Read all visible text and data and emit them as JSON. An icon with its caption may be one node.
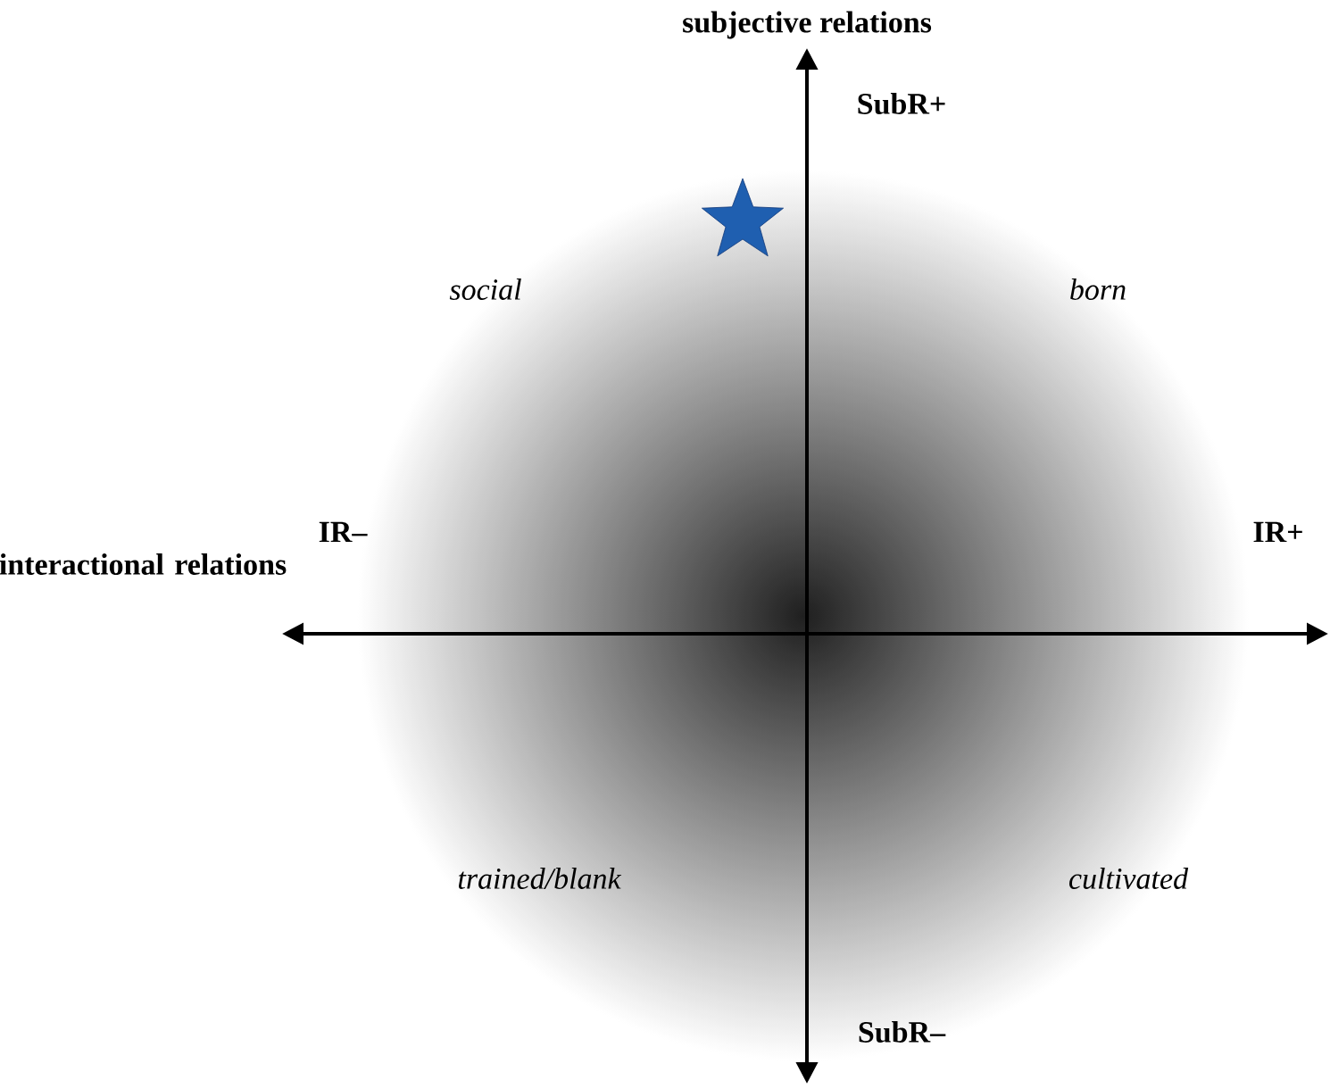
{
  "diagram": {
    "labels": [
      "subjective relations",
      "SubR+",
      "social",
      "born",
      "interactional relations",
      "IR–",
      "IR+",
      "trained/blank",
      "cultivated",
      "SubR–"
    ]
  }
}
